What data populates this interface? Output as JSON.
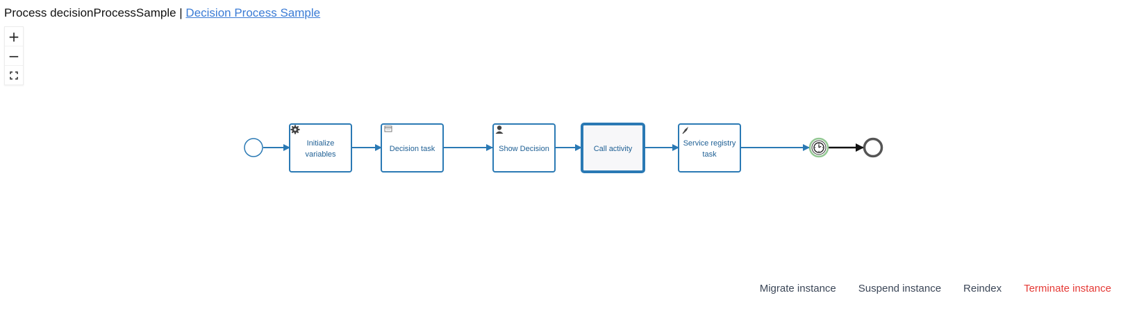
{
  "header": {
    "prefix": "Process decisionProcessSample | ",
    "link": "Decision Process Sample"
  },
  "zoom": {
    "in": "+",
    "out": "−",
    "fit": "⛶"
  },
  "diagram": {
    "tasks": [
      {
        "line1": "Initialize",
        "line2": "variables",
        "icon": "gear-icon"
      },
      {
        "line1": "Decision task",
        "line2": "",
        "icon": "table-icon"
      },
      {
        "line1": "Show Decision",
        "line2": "",
        "icon": "user-icon"
      },
      {
        "line1": "Call activity",
        "line2": "",
        "icon": "none"
      },
      {
        "line1": "Service registry",
        "line2": "task",
        "icon": "rocket-icon"
      }
    ],
    "colors": {
      "flow": "#2a79b4",
      "task_text": "#1e5f94",
      "active_fill": "#f7f7f9",
      "timer_ring": "#93c893",
      "end_stroke": "#555555"
    }
  },
  "actions": {
    "migrate": "Migrate instance",
    "suspend": "Suspend instance",
    "reindex": "Reindex",
    "terminate": "Terminate instance"
  }
}
